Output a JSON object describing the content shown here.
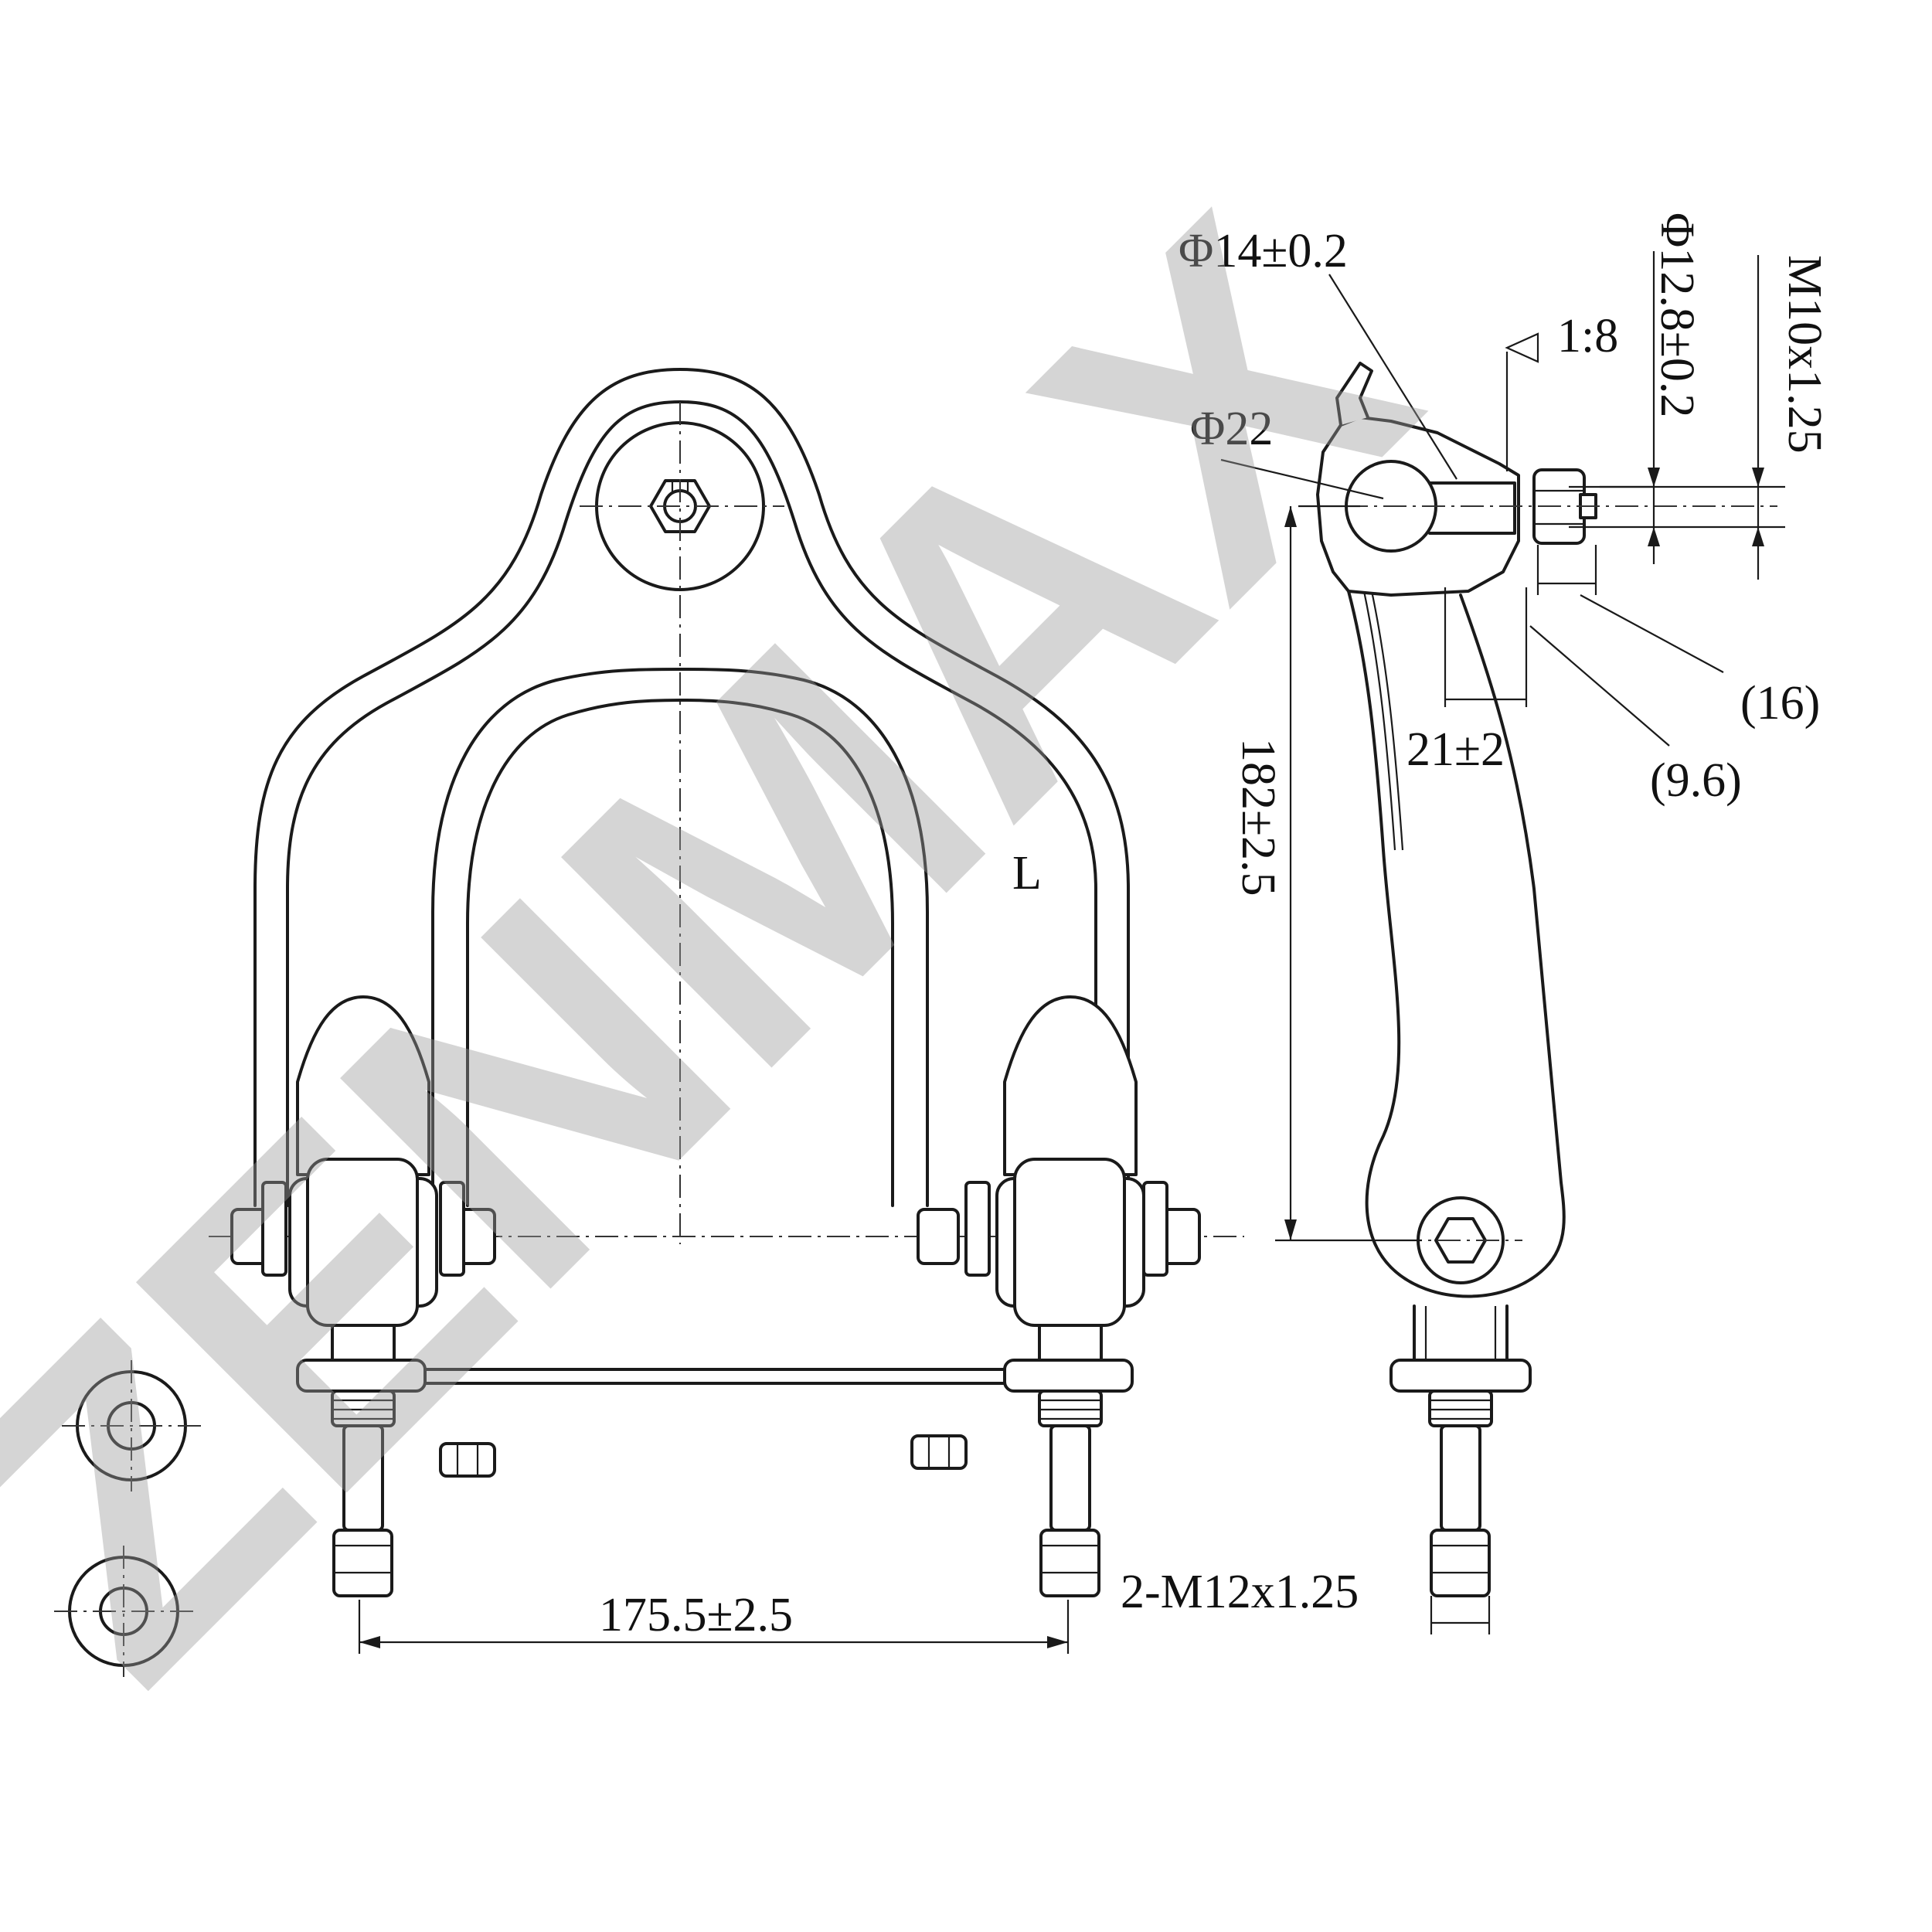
{
  "watermark": "ZENMAX",
  "labels": {
    "side_mark": "L",
    "phi14": "Φ14±0.2",
    "phi22": "Φ22",
    "taper": "1:8",
    "phi12_8": "Φ12.8±0.2",
    "m10": "M10x1.25",
    "dim16": "(16)",
    "dim9_6": "(9.6)",
    "dim21": "21±2",
    "dim182": "182±2.5",
    "dim175": "175.5±2.5",
    "thread": "2-M12x1.25"
  }
}
